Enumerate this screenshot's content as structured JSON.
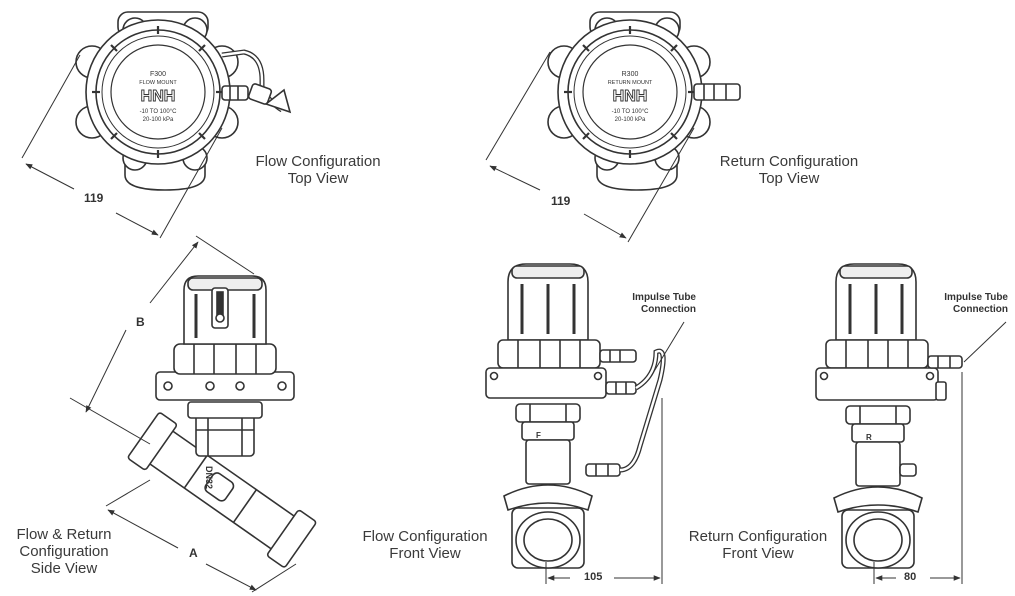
{
  "views": {
    "flow_top": {
      "caption_line1": "Flow Configuration",
      "caption_line2": "Top View",
      "dimension": "119",
      "dial": {
        "model": "F300",
        "mount": "FLOW MOUNT",
        "temp": "-10 TO 100°C",
        "pressure": "20-100 kPa"
      }
    },
    "return_top": {
      "caption_line1": "Return Configuration",
      "caption_line2": "Top View",
      "dimension": "119",
      "dial": {
        "model": "R300",
        "mount": "RETURN MOUNT",
        "temp": "-10 TO 100°C",
        "pressure": "20-100 kPa"
      }
    },
    "side": {
      "caption_line1": "Flow & Return",
      "caption_line2": "Configuration",
      "caption_line3": "Side View",
      "dim_a": "A",
      "dim_b": "B",
      "size_mark": "DN32"
    },
    "flow_front": {
      "caption_line1": "Flow Configuration",
      "caption_line2": "Front View",
      "dimension": "105",
      "callout_line1": "Impulse Tube",
      "callout_line2": "Connection",
      "badge": "F"
    },
    "return_front": {
      "caption_line1": "Return Configuration",
      "caption_line2": "Front View",
      "dimension": "80",
      "callout_line1": "Impulse Tube",
      "callout_line2": "Connection",
      "badge": "R"
    }
  },
  "brand_logo": "HNH",
  "colors": {
    "line": "#333333",
    "text": "#3a3a3a",
    "dim_line": "#2e74b5",
    "fill": "#ffffff",
    "shade": "#d8d8d8"
  }
}
